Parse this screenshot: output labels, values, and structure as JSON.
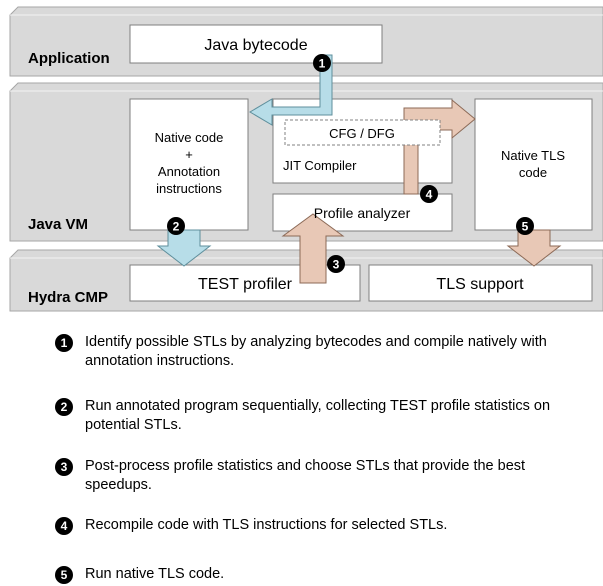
{
  "layers": {
    "application": "Application",
    "java_vm": "Java VM",
    "hydra_cmp": "Hydra CMP"
  },
  "boxes": {
    "java_bytecode": "Java bytecode",
    "native_code_lines": [
      "Native code",
      "+",
      "Annotation",
      "instructions"
    ],
    "cfg_dfg": "CFG / DFG",
    "jit_compiler": "JIT Compiler",
    "profile_analyzer": "Profile analyzer",
    "native_tls_lines": [
      "Native TLS",
      "code"
    ],
    "test_profiler": "TEST profiler",
    "tls_support": "TLS support"
  },
  "markers": [
    "1",
    "2",
    "3",
    "4",
    "5"
  ],
  "steps": [
    {
      "num": "1",
      "text": "Identify possible STLs by analyzing bytecodes and compile natively with annotation instructions."
    },
    {
      "num": "2",
      "text": "Run annotated program sequentially, collecting TEST profile statistics on potential STLs."
    },
    {
      "num": "3",
      "text": "Post-process profile statistics and choose STLs that provide the best speedups."
    },
    {
      "num": "4",
      "text": "Recompile code with TLS instructions for selected STLs."
    },
    {
      "num": "5",
      "text": "Run native TLS code."
    }
  ],
  "colors": {
    "layer_fill": "#d9d9d9",
    "layer_border": "#a6a6a6",
    "box_fill": "#ffffff",
    "cyan_arrow": "#b7dde8",
    "tan_arrow": "#e8c8b6"
  }
}
